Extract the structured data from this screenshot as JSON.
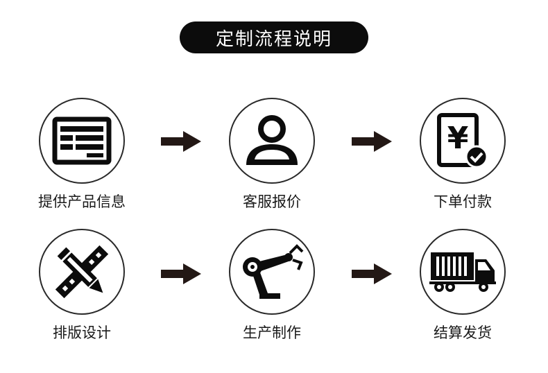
{
  "header": {
    "title": "定制流程说明"
  },
  "steps": [
    {
      "label": "提供产品信息",
      "icon": "form-icon"
    },
    {
      "label": "客服报价",
      "icon": "user-icon"
    },
    {
      "label": "下单付款",
      "icon": "yen-receipt-icon"
    },
    {
      "label": "排版设计",
      "icon": "pencil-ruler-icon"
    },
    {
      "label": "生产制作",
      "icon": "robot-arm-icon"
    },
    {
      "label": "结算发货",
      "icon": "truck-icon"
    }
  ],
  "colors": {
    "ink": "#0c0c0c",
    "arrow": "#231815",
    "background": "#ffffff"
  }
}
